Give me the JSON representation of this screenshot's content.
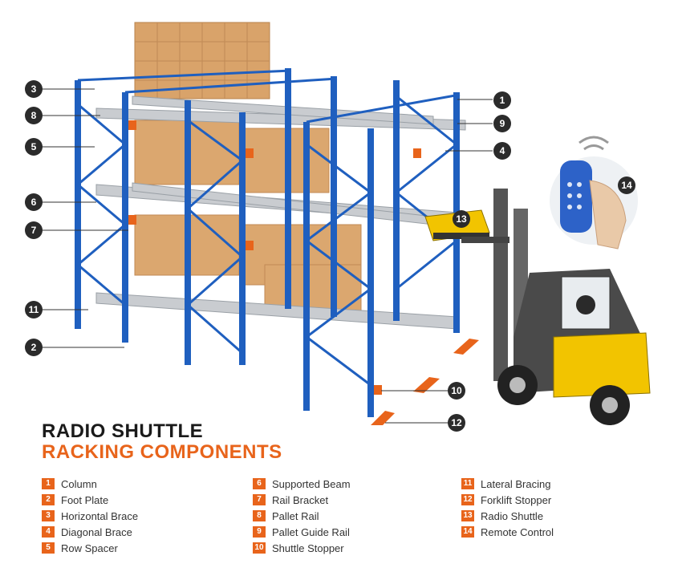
{
  "title_line1": "RADIO SHUTTLE",
  "title_line2": "RACKING COMPONENTS",
  "colors": {
    "accent": "#e8641b",
    "rack_blue": "#1f5fbf",
    "forklift_yellow": "#f2c400",
    "callout_dark": "#2b2b2b"
  },
  "callouts": [
    "1",
    "2",
    "3",
    "4",
    "5",
    "6",
    "7",
    "8",
    "9",
    "10",
    "11",
    "12",
    "13",
    "14"
  ],
  "legend": [
    {
      "num": "1",
      "label": "Column"
    },
    {
      "num": "2",
      "label": "Foot Plate"
    },
    {
      "num": "3",
      "label": "Horizontal Brace"
    },
    {
      "num": "4",
      "label": "Diagonal Brace"
    },
    {
      "num": "5",
      "label": "Row Spacer"
    },
    {
      "num": "6",
      "label": "Supported Beam"
    },
    {
      "num": "7",
      "label": "Rail Bracket"
    },
    {
      "num": "8",
      "label": "Pallet Rail"
    },
    {
      "num": "9",
      "label": "Pallet Guide Rail"
    },
    {
      "num": "10",
      "label": "Shuttle Stopper"
    },
    {
      "num": "11",
      "label": "Lateral Bracing"
    },
    {
      "num": "12",
      "label": "Forklift Stopper"
    },
    {
      "num": "13",
      "label": "Radio Shuttle"
    },
    {
      "num": "14",
      "label": "Remote Control"
    }
  ]
}
